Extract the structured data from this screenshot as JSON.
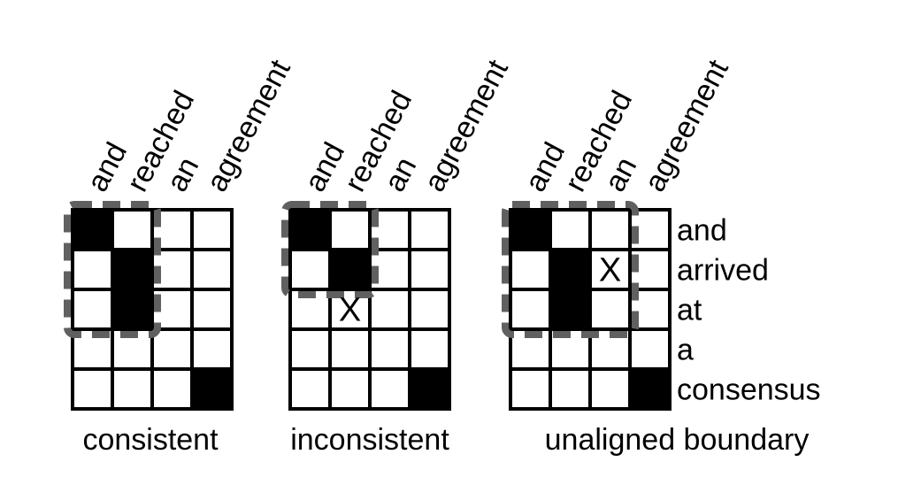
{
  "diagram": {
    "top_words": [
      "and",
      "reached",
      "an",
      "agreement"
    ],
    "row_words": [
      "and",
      "arrived",
      "at",
      "a",
      "consensus"
    ],
    "mark": "X",
    "panels": [
      {
        "caption": "consistent",
        "filled": [
          [
            0,
            0
          ],
          [
            1,
            1
          ],
          [
            2,
            1
          ],
          [
            4,
            3
          ]
        ],
        "box": {
          "row_start": 0,
          "row_end": 2,
          "col_start": 0,
          "col_end": 1
        },
        "marks": []
      },
      {
        "caption": "inconsistent",
        "filled": [
          [
            0,
            0
          ],
          [
            1,
            1
          ],
          [
            4,
            3
          ]
        ],
        "box": {
          "row_start": 0,
          "row_end": 1,
          "col_start": 0,
          "col_end": 1
        },
        "marks": [
          [
            2,
            1
          ]
        ]
      },
      {
        "caption": "unaligned boundary",
        "filled": [
          [
            0,
            0
          ],
          [
            1,
            1
          ],
          [
            2,
            1
          ],
          [
            4,
            3
          ]
        ],
        "box": {
          "row_start": 0,
          "row_end": 2,
          "col_start": 0,
          "col_end": 2
        },
        "marks": [
          [
            1,
            2
          ]
        ]
      }
    ],
    "colors": {
      "filled": "#000000",
      "box": "#606060",
      "mark_on_dark": "#ffffff",
      "mark_on_light": "#000000"
    }
  }
}
